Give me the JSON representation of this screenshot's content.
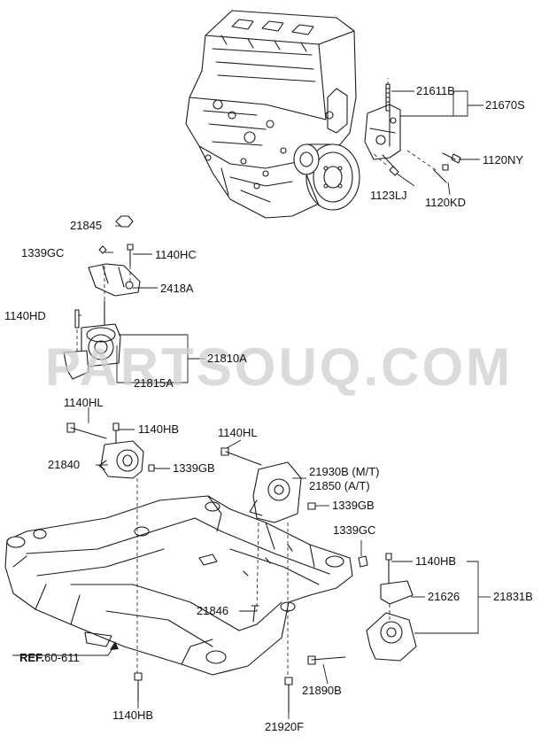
{
  "watermark": "PARTSOUQ.COM",
  "reference": {
    "prefix": "REF.",
    "value": "60-611"
  },
  "labels": {
    "p21611B": "21611B",
    "p21670S": "21670S",
    "p1120NY": "1120NY",
    "p1123LJ": "1123LJ",
    "p1120KD": "1120KD",
    "p21845": "21845",
    "p1339GC_a": "1339GC",
    "p1140HC": "1140HC",
    "p2418A": "2418A",
    "p1140HD": "1140HD",
    "p21810A": "21810A",
    "p21815A": "21815A",
    "p1140HL_a": "1140HL",
    "p1140HB_a": "1140HB",
    "p21840": "21840",
    "p1339GB_a": "1339GB",
    "p1140HL_b": "1140HL",
    "p21930B": "21930B (M/T)",
    "p21850": "21850 (A/T)",
    "p1339GB_b": "1339GB",
    "p1339GC_b": "1339GC",
    "p1140HB_b": "1140HB",
    "p21626": "21626",
    "p21831B": "21831B",
    "p21846": "21846",
    "p21890B": "21890B",
    "p1140HB_c": "1140HB",
    "p21920F": "21920F"
  }
}
